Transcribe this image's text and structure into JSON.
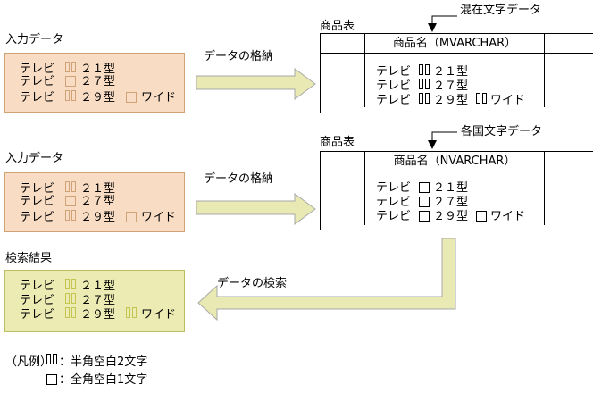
{
  "colors": {
    "peach_fill": "#f8dcc4",
    "peach_border": "#d0a278",
    "peach_mark": "#d0a278",
    "green_fill": "#ebebb3",
    "green_border": "#bdbd62",
    "green_mark": "#c4c44e",
    "arrow_fill": "#e9e9b3",
    "arrow_stroke": "#a8a8a8"
  },
  "top": {
    "input_label": "入力データ",
    "store_arrow_label": "データの格納",
    "table_label": "商品表",
    "callout_label": "混在文字データ",
    "column_header": "商品名（MVARCHAR）",
    "input_rows": [
      [
        {
          "t": "テレビ"
        },
        {
          "m": "hw2"
        },
        {
          "t": "２１型"
        }
      ],
      [
        {
          "t": "テレビ"
        },
        {
          "m": "fw"
        },
        {
          "t": "２７型"
        }
      ],
      [
        {
          "t": "テレビ"
        },
        {
          "m": "hw2"
        },
        {
          "t": "２９型"
        },
        {
          "m": "fw"
        },
        {
          "t": "ワイド"
        }
      ]
    ],
    "table_rows": [
      [
        {
          "t": "テレビ"
        },
        {
          "m": "hw2"
        },
        {
          "t": "２１型"
        }
      ],
      [
        {
          "t": "テレビ"
        },
        {
          "m": "hw2"
        },
        {
          "t": "２７型"
        }
      ],
      [
        {
          "t": "テレビ"
        },
        {
          "m": "hw2"
        },
        {
          "t": "２９型"
        },
        {
          "m": "hw2"
        },
        {
          "t": "ワイド"
        }
      ]
    ]
  },
  "middle": {
    "input_label": "入力データ",
    "store_arrow_label": "データの格納",
    "table_label": "商品表",
    "callout_label": "各国文字データ",
    "column_header": "商品名（NVARCHAR）",
    "input_rows": [
      [
        {
          "t": "テレビ"
        },
        {
          "m": "hw2"
        },
        {
          "t": "２１型"
        }
      ],
      [
        {
          "t": "テレビ"
        },
        {
          "m": "fw"
        },
        {
          "t": "２７型"
        }
      ],
      [
        {
          "t": "テレビ"
        },
        {
          "m": "hw2"
        },
        {
          "t": "２９型"
        },
        {
          "m": "fw"
        },
        {
          "t": "ワイド"
        }
      ]
    ],
    "table_rows": [
      [
        {
          "t": "テレビ"
        },
        {
          "m": "fw"
        },
        {
          "t": "２１型"
        }
      ],
      [
        {
          "t": "テレビ"
        },
        {
          "m": "fw"
        },
        {
          "t": "２７型"
        }
      ],
      [
        {
          "t": "テレビ"
        },
        {
          "m": "fw"
        },
        {
          "t": "２９型"
        },
        {
          "m": "fw"
        },
        {
          "t": "ワイド"
        }
      ]
    ]
  },
  "bottom": {
    "result_label": "検索結果",
    "search_arrow_label": "データの検索",
    "result_rows": [
      [
        {
          "t": "テレビ"
        },
        {
          "m": "hw2"
        },
        {
          "t": "２１型"
        }
      ],
      [
        {
          "t": "テレビ"
        },
        {
          "m": "hw2"
        },
        {
          "t": "２７型"
        }
      ],
      [
        {
          "t": "テレビ"
        },
        {
          "m": "hw2"
        },
        {
          "t": "２９型"
        },
        {
          "m": "hw2"
        },
        {
          "t": "ワイド"
        }
      ]
    ]
  },
  "legend": {
    "label": "（凡例）",
    "rows": [
      [
        {
          "m": "hw2"
        },
        {
          "t": "：半角空白2文字"
        }
      ],
      [
        {
          "m": "fw"
        },
        {
          "t": "：全角空白1文字"
        }
      ]
    ]
  }
}
